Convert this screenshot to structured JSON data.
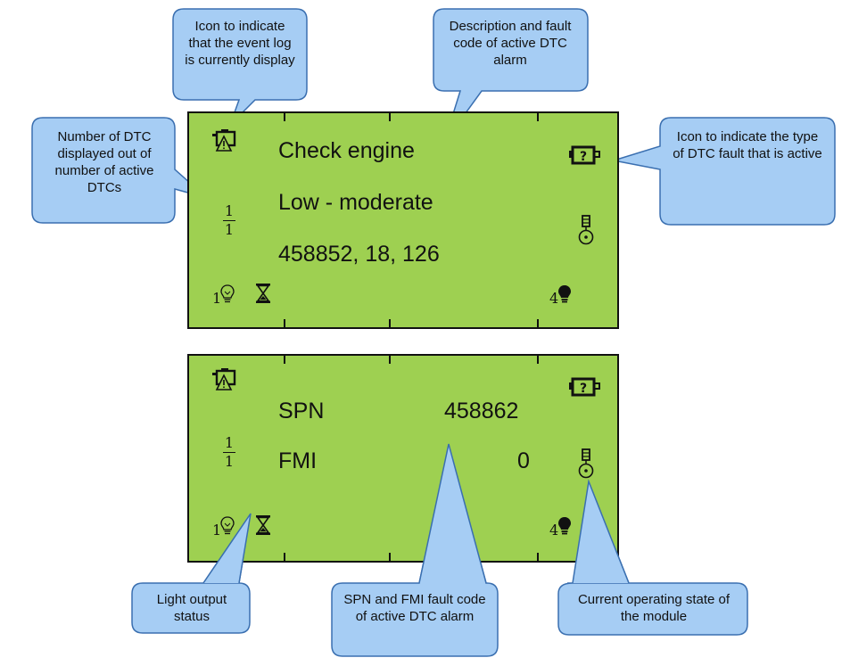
{
  "callouts": {
    "event_log_icon": "Icon to indicate that the event log is currently display",
    "description_fault": "Description and fault code of active DTC alarm",
    "dtc_count": "Number of DTC displayed out of number of active DTCs",
    "dtc_type_icon": "Icon to indicate the type of DTC fault that is active",
    "light_output": "Light output status",
    "spn_fmi": "SPN and FMI fault code of active DTC alarm",
    "operating_state": "Current operating state of the module"
  },
  "screen1": {
    "line1": "Check engine",
    "line2": "Low - moderate",
    "line3": "458852, 18, 126",
    "fraction_num": "1",
    "fraction_den": "1",
    "light_left": "1",
    "light_right": "4"
  },
  "screen2": {
    "spn_label": "SPN",
    "spn_value": "458862",
    "fmi_label": "FMI",
    "fmi_value": "0",
    "fraction_num": "1",
    "fraction_den": "1",
    "light_left": "1",
    "light_right": "4"
  },
  "colors": {
    "lcd_background": "#9ed051",
    "callout_fill": "#a6cdf4",
    "callout_stroke": "#3a6fb0"
  },
  "icons": [
    "engine-warning-icon",
    "engine-question-icon",
    "module-state-icon",
    "bulb-outline-icon",
    "hourglass-icon",
    "bulb-filled-icon"
  ]
}
